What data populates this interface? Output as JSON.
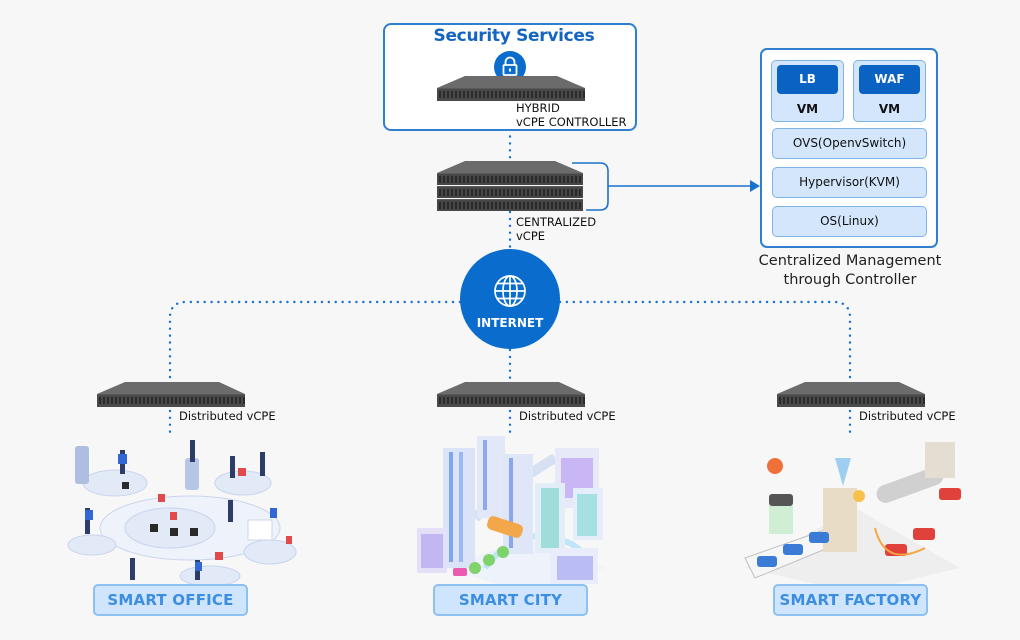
{
  "security_services": {
    "title": "Security Services",
    "icon": "lock-icon",
    "device_label_line1": "HYBRID",
    "device_label_line2": "vCPE CONTROLLER"
  },
  "centralized": {
    "label_line1": "CENTRALIZED",
    "label_line2": "vCPE"
  },
  "management": {
    "vms": [
      {
        "name": "LB",
        "sub": "VM"
      },
      {
        "name": "WAF",
        "sub": "VM"
      }
    ],
    "layers": [
      "OVS(OpenvSwitch)",
      "Hypervisor(KVM)",
      "OS(Linux)"
    ],
    "caption_line1": "Centralized Management",
    "caption_line2": "through Controller"
  },
  "internet": {
    "label": "INTERNET",
    "icon": "globe-icon"
  },
  "sites": [
    {
      "device_label": "Distributed vCPE",
      "name": "SMART OFFICE"
    },
    {
      "device_label": "Distributed vCPE",
      "name": "SMART CITY"
    },
    {
      "device_label": "Distributed vCPE",
      "name": "SMART FACTORY"
    }
  ],
  "colors": {
    "accent": "#0a6ccc",
    "border": "#2f7fd0",
    "panel": "#d3e6fb",
    "badge_text": "#3d8ee0",
    "background": "#f7f7f7"
  }
}
